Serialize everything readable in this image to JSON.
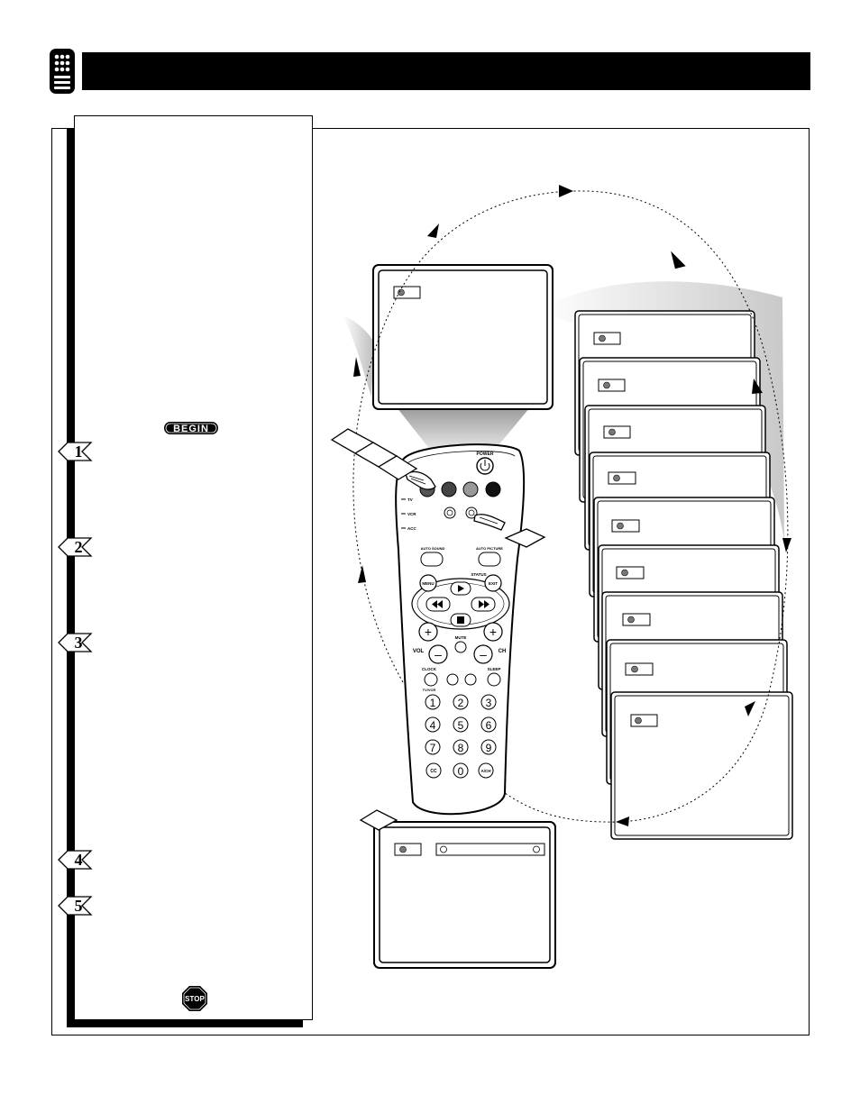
{
  "page": {
    "begin_label": "BEGIN",
    "stop_label": "STOP"
  },
  "steps": [
    {
      "number": "1"
    },
    {
      "number": "2"
    },
    {
      "number": "3"
    },
    {
      "number": "4"
    },
    {
      "number": "5"
    }
  ],
  "remote": {
    "power_label": "POWER",
    "mode_labels": [
      "TV",
      "VCR",
      "ACC"
    ],
    "auto_sound_label": "AUTO SOUND",
    "auto_picture_label": "AUTO PICTURE",
    "status_label": "STATUS",
    "menu_label": "MENU",
    "exit_label": "EXIT",
    "vol_label": "VOL",
    "ch_label": "CH",
    "mute_label": "MUTE",
    "clock_label": "CLOCK",
    "sleep_label": "SLEEP",
    "tvvcr_label": "TV/VCR",
    "plus_label": "+",
    "minus_label": "–",
    "digits": [
      "1",
      "2",
      "3",
      "4",
      "5",
      "6",
      "7",
      "8",
      "9",
      "CC",
      "0",
      "A/CH"
    ]
  }
}
